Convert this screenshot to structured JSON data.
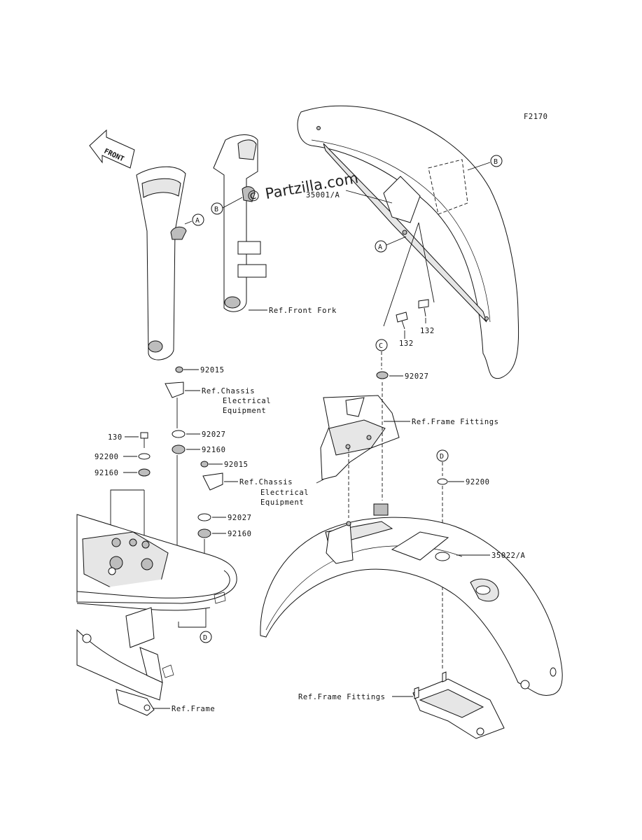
{
  "figure_id": "F2170",
  "watermark": "© Partzilla.com",
  "front_arrow": "FRONT",
  "callouts": {
    "a1": "A",
    "a2": "A",
    "b1": "B",
    "b2": "B",
    "c1": "C",
    "c2": "C",
    "d1": "D",
    "d2": "D"
  },
  "parts": {
    "p35001": "35001/A",
    "p35022": "35022/A",
    "p132a": "132",
    "p132b": "132",
    "p92027_c": "92027",
    "p92200_d": "92200",
    "p92015_a": "92015",
    "p92027_a": "92027",
    "p92160_a": "92160",
    "p130": "130",
    "p92200_b": "92200",
    "p92160_b": "92160",
    "p92015_b": "92015",
    "p92027_b": "92027",
    "p92160_c": "92160"
  },
  "refs": {
    "front_fork": "Ref.Front Fork",
    "chassis1": [
      "Ref.Chassis",
      "Electrical",
      "Equipment"
    ],
    "chassis2": [
      "Ref.Chassis",
      "Electrical",
      "Equipment"
    ],
    "frame_fittings_top": "Ref.Frame Fittings",
    "frame_fittings_bottom": "Ref.Frame Fittings",
    "frame": "Ref.Frame"
  }
}
